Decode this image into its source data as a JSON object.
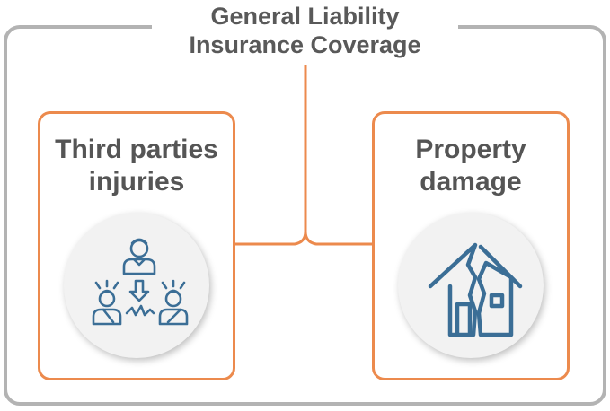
{
  "title": {
    "line1": "General Liability",
    "line2": "Insurance Coverage"
  },
  "cards": [
    {
      "line1": "Third parties",
      "line2": "injuries",
      "icon": "injured-people-icon"
    },
    {
      "line1": "Property",
      "line2": "damage",
      "icon": "cracked-house-icon"
    }
  ],
  "colors": {
    "frame": "#b3b3b3",
    "accent": "#ec8a4d",
    "icon": "#3b6e96",
    "text": "#555555"
  }
}
